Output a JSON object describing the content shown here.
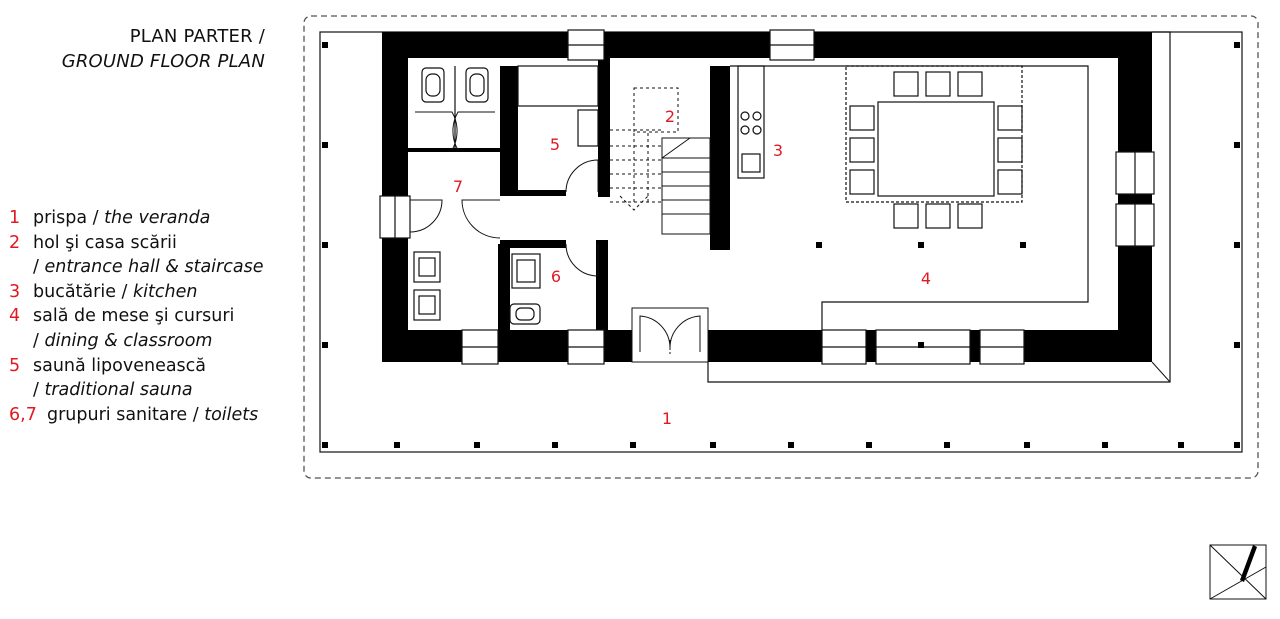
{
  "title": {
    "line1": "PLAN PARTER /",
    "line2": "GROUND FLOOR PLAN"
  },
  "legend": [
    {
      "num": "1",
      "ro": "prispa /",
      "en": "the veranda",
      "cont": "",
      "cont_en": ""
    },
    {
      "num": "2",
      "ro": "hol şi casa scării",
      "en": "",
      "cont": "/",
      "cont_en": "entrance hall & staircase"
    },
    {
      "num": "3",
      "ro": "bucătărie /",
      "en": "kitchen",
      "cont": "",
      "cont_en": ""
    },
    {
      "num": "4",
      "ro": "sală de mese şi cursuri",
      "en": "",
      "cont": "/",
      "cont_en": "dining & classroom"
    },
    {
      "num": "5",
      "ro": "saună lipovenească",
      "en": "",
      "cont": "/",
      "cont_en": "traditional sauna"
    },
    {
      "num": "6,7",
      "ro": "grupuri sanitare /",
      "en": "toilets",
      "cont": "",
      "cont_en": ""
    }
  ],
  "room_numbers": [
    "1",
    "2",
    "3",
    "4",
    "5",
    "6",
    "7"
  ],
  "colors": {
    "accent": "#e01a22",
    "ink": "#111111"
  },
  "icons": {
    "north": "north-arrow-icon"
  }
}
